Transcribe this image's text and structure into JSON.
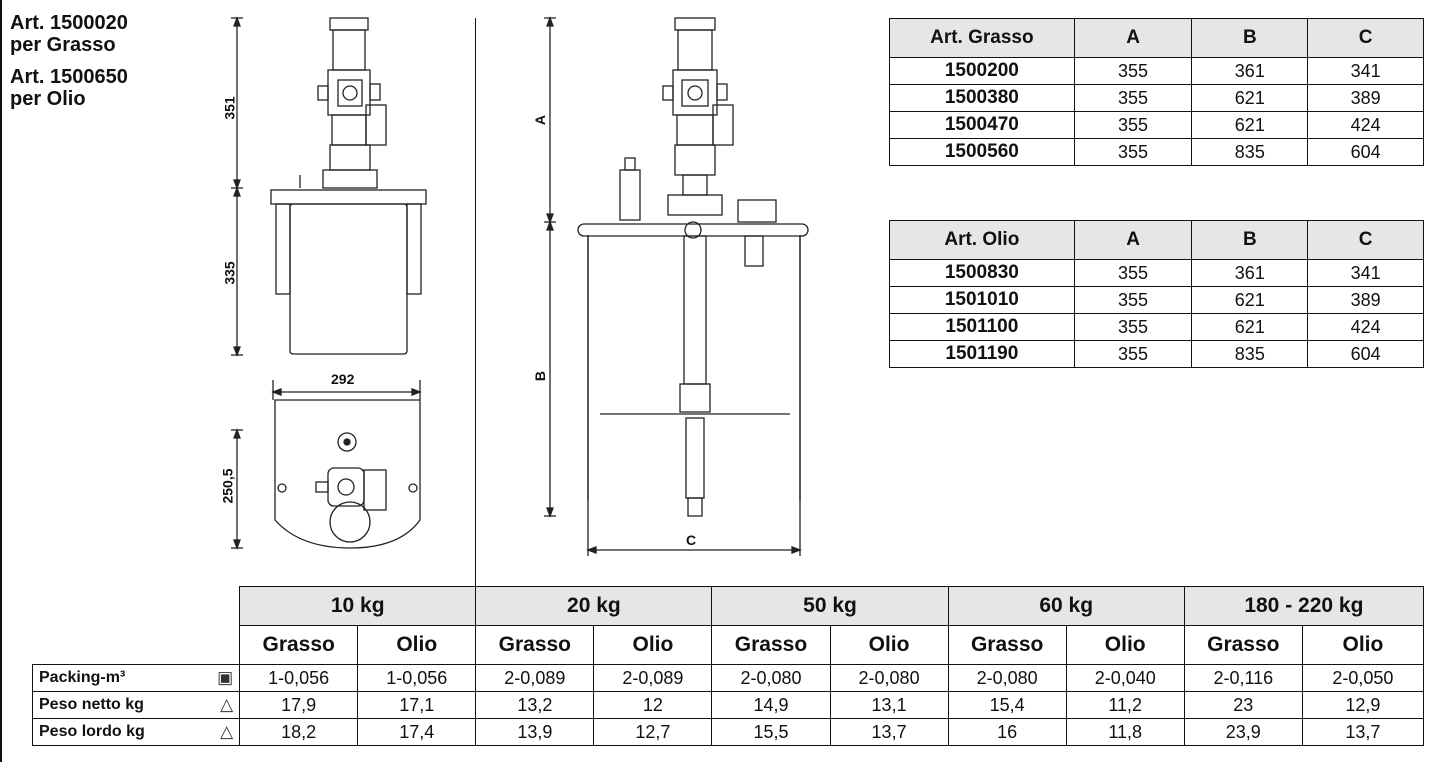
{
  "titles": [
    "Art. 1500020\nper Grasso",
    "Art. 1500650\nper Olio"
  ],
  "dimensions": {
    "d351": "351",
    "d335": "335",
    "d292": "292",
    "d250": "250,5",
    "dA": "A",
    "dB": "B",
    "dC": "C"
  },
  "grasso_table": {
    "headers": [
      "Art. Grasso",
      "A",
      "B",
      "C"
    ],
    "rows": [
      [
        "1500200",
        "355",
        "361",
        "341"
      ],
      [
        "1500380",
        "355",
        "621",
        "389"
      ],
      [
        "1500470",
        "355",
        "621",
        "424"
      ],
      [
        "1500560",
        "355",
        "835",
        "604"
      ]
    ]
  },
  "olio_table": {
    "headers": [
      "Art. Olio",
      "A",
      "B",
      "C"
    ],
    "rows": [
      [
        "1500830",
        "355",
        "361",
        "341"
      ],
      [
        "1501010",
        "355",
        "621",
        "389"
      ],
      [
        "1501100",
        "355",
        "621",
        "424"
      ],
      [
        "1501190",
        "355",
        "835",
        "604"
      ]
    ]
  },
  "bottom_table": {
    "groups": [
      "10 kg",
      "20 kg",
      "50 kg",
      "60 kg",
      "180 - 220 kg"
    ],
    "subheaders": [
      "Grasso",
      "Olio"
    ],
    "rows": [
      {
        "label": "Packing-m³",
        "icon": "box-icon",
        "values": [
          "1-0,056",
          "1-0,056",
          "2-0,089",
          "2-0,089",
          "2-0,080",
          "2-0,080",
          "2-0,080",
          "2-0,040",
          "2-0,116",
          "2-0,050"
        ]
      },
      {
        "label": "Peso netto kg",
        "icon": "weight-icon",
        "values": [
          "17,9",
          "17,1",
          "13,2",
          "12",
          "14,9",
          "13,1",
          "15,4",
          "11,2",
          "23",
          "12,9"
        ]
      },
      {
        "label": "Peso lordo kg",
        "icon": "weight-icon",
        "values": [
          "18,2",
          "17,4",
          "13,9",
          "12,7",
          "15,5",
          "13,7",
          "16",
          "11,8",
          "23,9",
          "13,7"
        ]
      }
    ]
  }
}
